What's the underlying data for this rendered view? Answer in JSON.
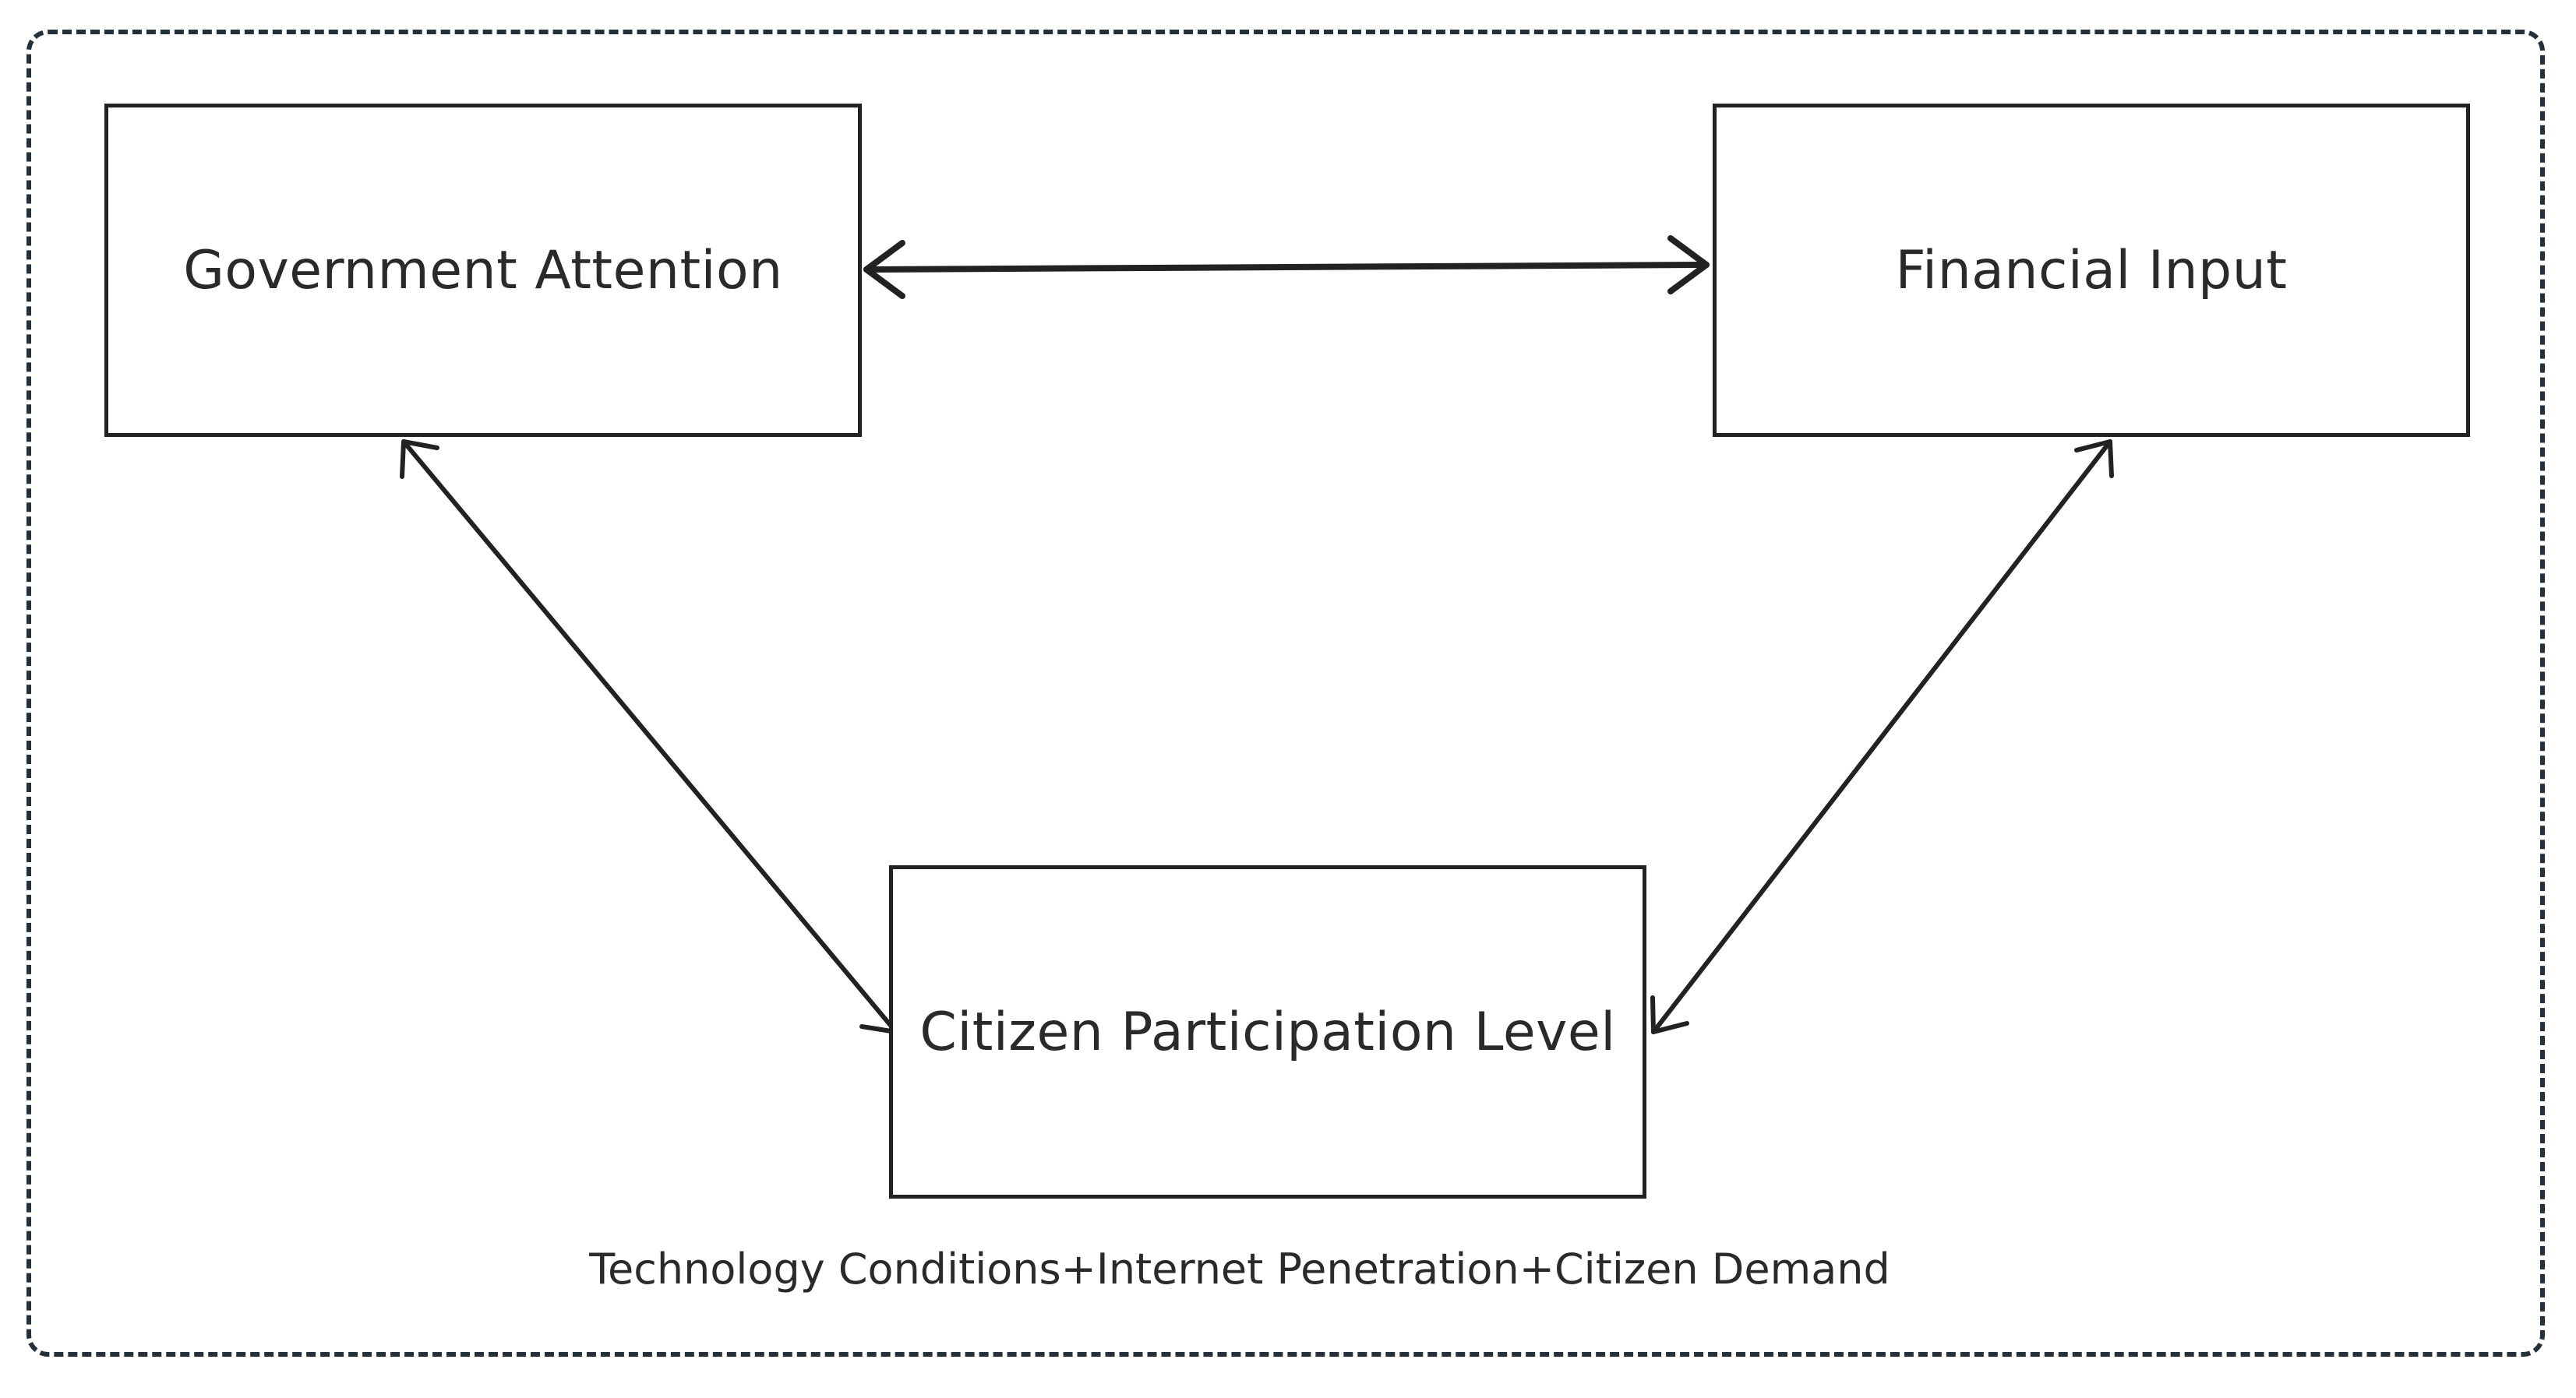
{
  "diagram": {
    "nodes": {
      "government_attention": "Government Attention",
      "financial_input": "Financial Input",
      "citizen_participation": "Citizen Participation Level"
    },
    "edges": [
      {
        "from": "government_attention",
        "to": "financial_input",
        "direction": "bidirectional"
      },
      {
        "from": "government_attention",
        "to": "citizen_participation",
        "direction": "bidirectional"
      },
      {
        "from": "financial_input",
        "to": "citizen_participation",
        "direction": "bidirectional"
      }
    ],
    "context_caption": "Technology Conditions+Internet Penetration+Citizen Demand",
    "colors": {
      "line": "#222222",
      "frame": "#24303a",
      "text": "#2a2a2a",
      "background": "#ffffff"
    }
  }
}
